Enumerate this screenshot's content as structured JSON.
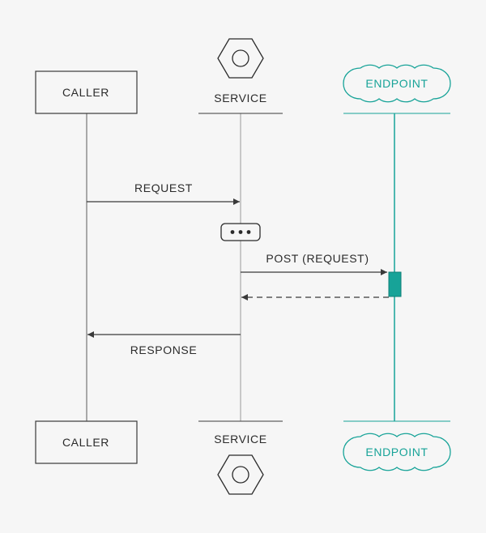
{
  "participants": {
    "caller": {
      "label": "CALLER"
    },
    "service": {
      "label": "SERVICE"
    },
    "endpoint": {
      "label": "ENDPOINT"
    }
  },
  "messages": {
    "request": "REQUEST",
    "post": "POST (REQUEST)",
    "response": "RESPONSE"
  },
  "icons": {
    "service": "hexagon-bolt-icon",
    "endpoint": "cloud-icon",
    "processing": "ellipsis-icon"
  },
  "colors": {
    "background": "#f6f6f6",
    "line": "#3a3a3a",
    "lifeline": "#9a9a9a",
    "accent": "#17a398"
  }
}
